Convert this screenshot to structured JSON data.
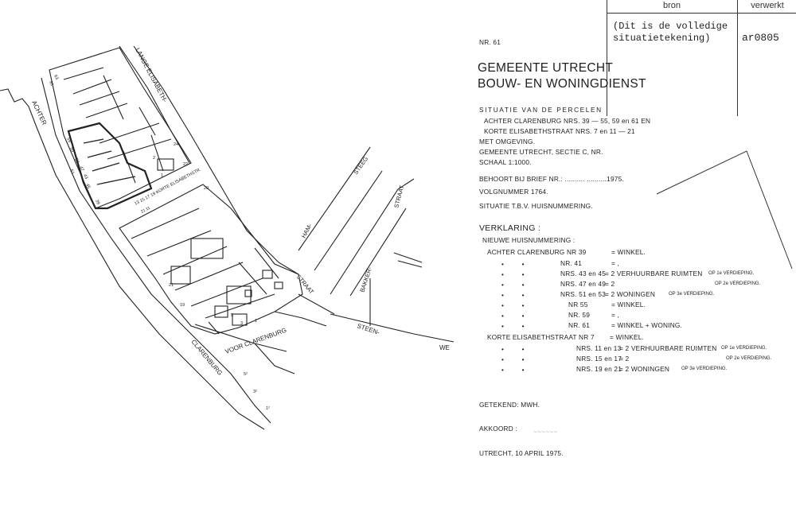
{
  "stamp": {
    "col_source": "bron",
    "col_processed": "verwerkt",
    "source_note": "(Dit is de volledige situatietekening)",
    "processed_code": "ar0805"
  },
  "map": {
    "streets": {
      "lange_elisabeth": "LANGE ELISABETH-",
      "achter": "ACHTER",
      "korte_elisabeth": "13 15 17 19 KORTE ELISABETHSTR.",
      "korte_nr": "21 11",
      "steeg": "STEEG",
      "straat_right": "STRAAT",
      "ham": "HAM-",
      "bakker": "BAKKER-",
      "straat_mid": "STRAAT",
      "voor_clarenburg": "VOOR CLARENBURG",
      "steen": "STEEN-",
      "clarenburg": "CLARENBURG",
      "we": "WE"
    },
    "house_numbers": [
      "63",
      "61",
      "59",
      "55",
      "53",
      "51",
      "47",
      "43",
      "45",
      "39",
      "20",
      "24",
      "22",
      "2",
      "1",
      "5",
      "3",
      "1",
      "21",
      "19",
      "5²",
      "3²",
      "1²"
    ]
  },
  "doc": {
    "number": "NR. 61",
    "municipality": "GEMEENTE UTRECHT",
    "department": "BOUW- EN WONINGDIENST",
    "situatie_line1": "SITUATIE VAN DE PERCELEN",
    "situatie_line2": "ACHTER CLARENBURG NRS. 39 — 55, 59 en 61 EN",
    "situatie_line3": "KORTE ELISABETHSTRAAT NRS. 7 en 11 — 21",
    "situatie_line4": "MET OMGEVING.",
    "sectie": "GEMEENTE UTRECHT, SECTIE C, NR.",
    "schaal": "SCHAAL 1:1000.",
    "behoort": "BEHOORT BIJ BRIEF NR.: .......... ..........1975.",
    "volgnummer": "VOLGNUMMER 1764.",
    "situatie_tbv": "SITUATIE T.B.V. HUISNUMMERING.",
    "verklaring": "VERKLARING :",
    "nieuwe": "NIEUWE HUISNUMMERING :",
    "items": [
      {
        "left": "ACHTER CLARENBURG NR   39",
        "right": "= WINKEL."
      },
      {
        "left": "NR.   41",
        "right": "=  ,"
      },
      {
        "left": "NRS. 43 en 45",
        "right": "= 2 VERHUURBARE RUIMTEN",
        "note": "OP 1e VERDIEPING."
      },
      {
        "left": "NRS. 47 en 49",
        "right": "= 2",
        "note": "OP 2e VERDIEPING."
      },
      {
        "left": "NRS. 51 en 53",
        "right": "= 2 WONINGEN",
        "note": "OP 3e VERDIEPING."
      },
      {
        "left": "NR   55",
        "right": "= WINKEL."
      },
      {
        "left": "NR.   59",
        "right": "=  ,"
      },
      {
        "left": "NR.   61",
        "right": "= WINKEL + WONING."
      },
      {
        "left": "KORTE ELISABETHSTRAAT NR   7",
        "right": "= WINKEL."
      },
      {
        "left": "NRS. 11 en 13",
        "right": "= 2 VERHUURBARE RUIMTEN",
        "note": "OP 1e VERDIEPING."
      },
      {
        "left": "NRS. 15 en 17",
        "right": "= 2",
        "note": "OP 2e VERDIEPING."
      },
      {
        "left": "NRS. 19 en 21",
        "right": "= 2 WONINGEN",
        "note": "OP 3e VERDIEPING."
      }
    ],
    "getekend": "GETEKEND:  MWH.",
    "akkoord": "AKKOORD :",
    "date": "UTRECHT, 10 APRIL 1975."
  }
}
